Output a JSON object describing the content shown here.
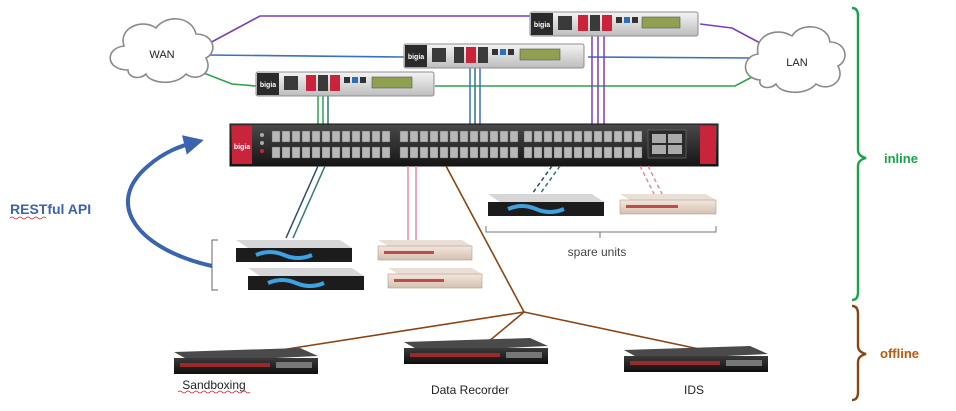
{
  "clouds": {
    "wan": "WAN",
    "lan": "LAN"
  },
  "api": {
    "label": "RESTful API"
  },
  "brand": {
    "logo_text": "bigia"
  },
  "groups": {
    "spare": "spare units"
  },
  "brackets": {
    "inline": "inline",
    "offline": "offline"
  },
  "offline_tools": [
    {
      "label": "Sandboxing"
    },
    {
      "label": "Data Recorder"
    },
    {
      "label": "IDS"
    }
  ],
  "colors": {
    "inline": "#1aa34a",
    "offline": "#8b4513",
    "api_blue": "#3a63b0",
    "link_purple": "#7a3fb8",
    "link_blue": "#3a6fc4",
    "link_green": "#2ea24a",
    "link_teal": "#2a7a70",
    "link_pink": "#e8899e",
    "link_navy": "#2d4a68",
    "link_brown": "#8b4513"
  }
}
